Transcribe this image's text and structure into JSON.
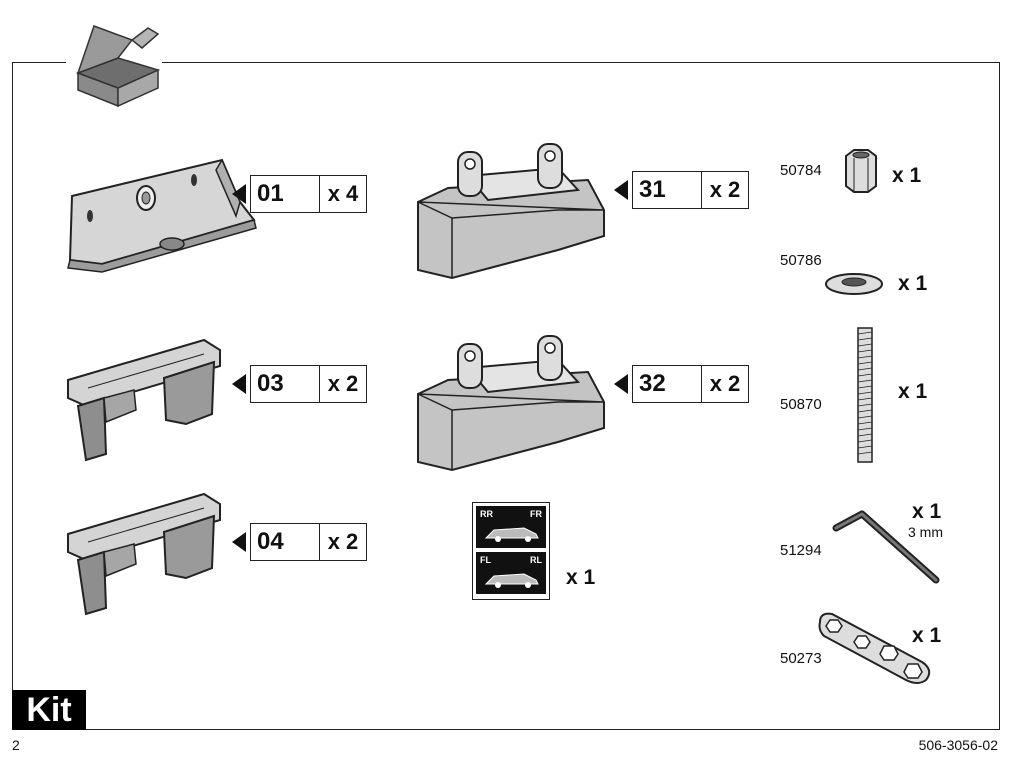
{
  "kit_label": "Kit",
  "page_number": "2",
  "document_code": "506-3056-02",
  "parts": [
    {
      "code": "01",
      "qty": "x 4"
    },
    {
      "code": "31",
      "qty": "x 2"
    },
    {
      "code": "03",
      "qty": "x 2"
    },
    {
      "code": "32",
      "qty": "x 2"
    },
    {
      "code": "04",
      "qty": "x 2"
    }
  ],
  "sticker": {
    "qty": "x 1",
    "labels": [
      "RR",
      "FR",
      "FL",
      "RL"
    ]
  },
  "hardware": [
    {
      "number": "50784",
      "qty": "x 1",
      "icon": "hex-nut-icon"
    },
    {
      "number": "50786",
      "qty": "x 1",
      "icon": "washer-icon"
    },
    {
      "number": "50870",
      "qty": "x 1",
      "icon": "threaded-rod-icon"
    },
    {
      "number": "51294",
      "qty": "x 1",
      "note": "3 mm",
      "icon": "allen-key-icon"
    },
    {
      "number": "50273",
      "qty": "x 1",
      "icon": "wrench-plate-icon"
    }
  ]
}
